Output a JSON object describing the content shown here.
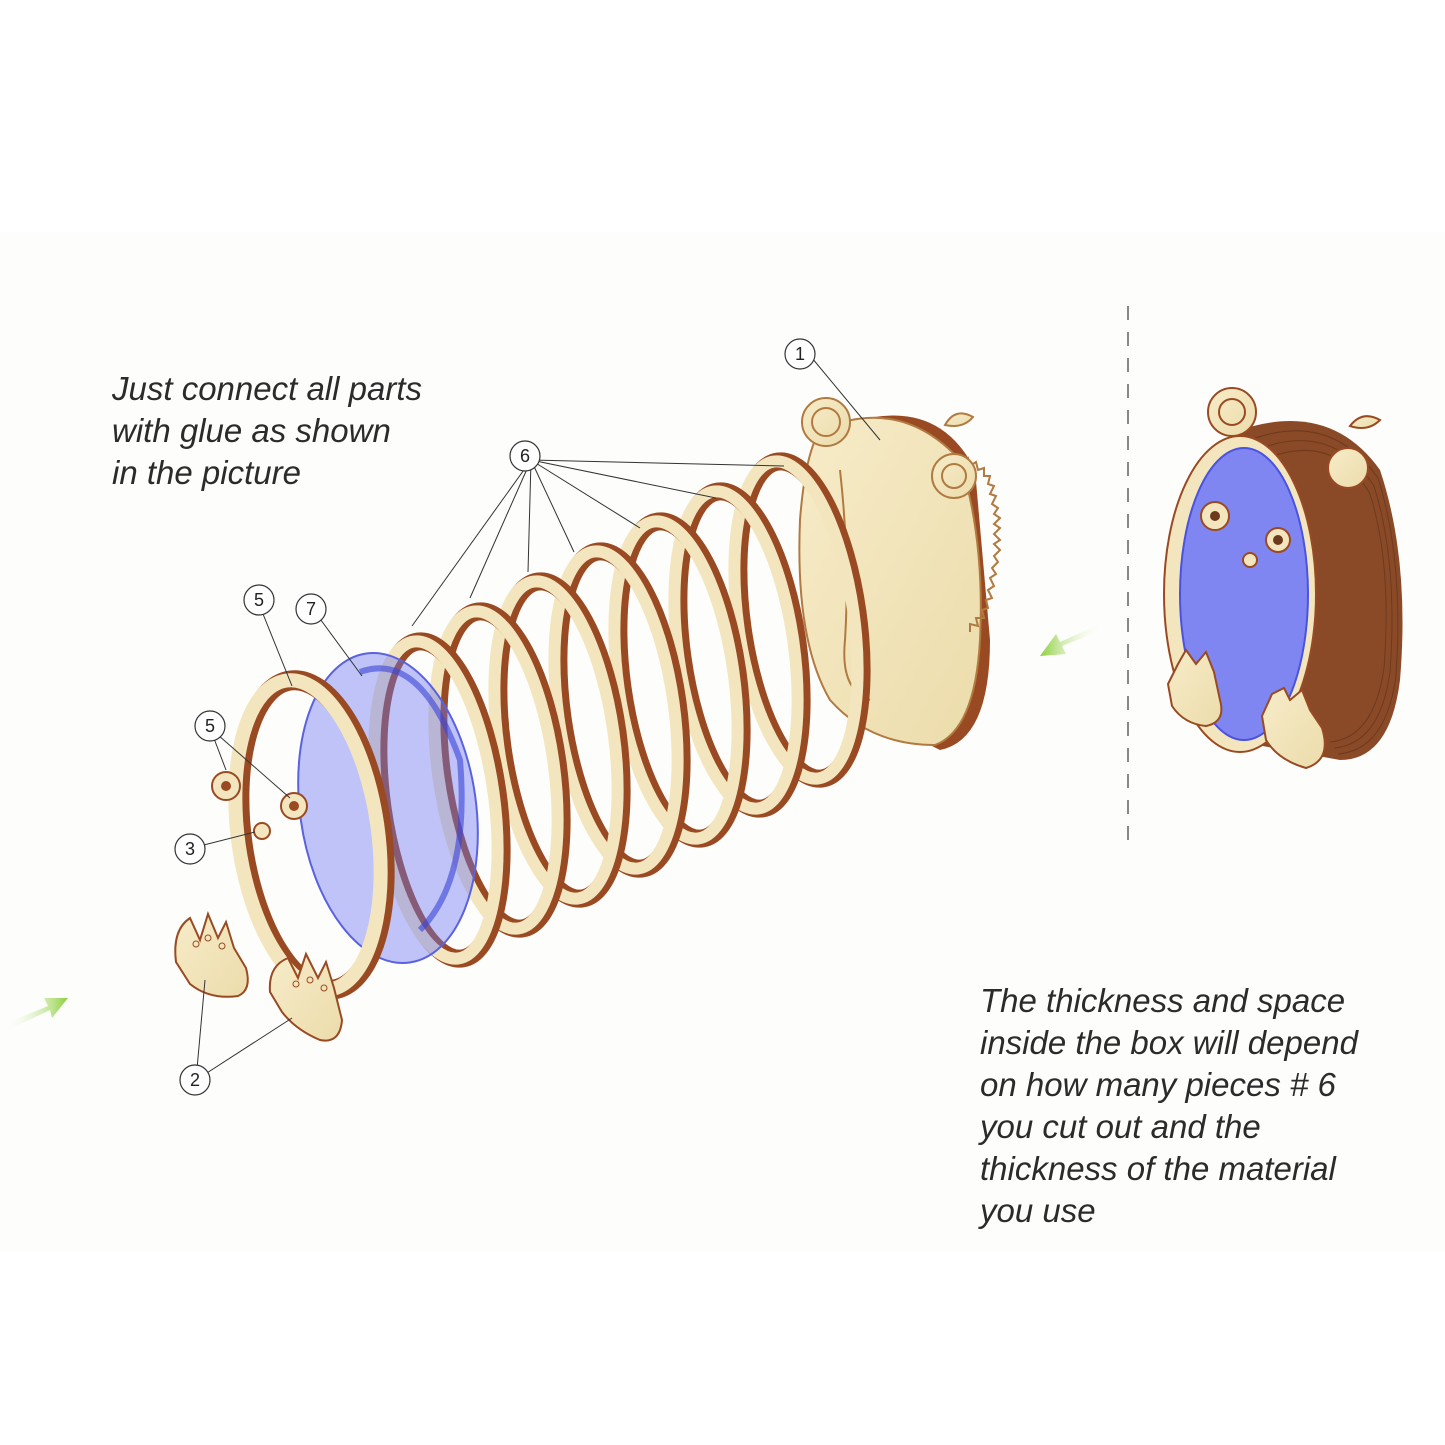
{
  "instructions": {
    "top_note_lines": [
      "Just connect all parts",
      "with glue as shown",
      "in the picture"
    ],
    "bottom_note_lines": [
      "The thickness and space",
      "inside the box will depend",
      "on how many pieces # 6",
      "you cut out and the",
      "thickness of the material",
      "you use"
    ]
  },
  "callouts": {
    "part_1": "1",
    "part_2": "2",
    "part_3": "3",
    "part_5a": "5",
    "part_5b": "5",
    "part_6": "6",
    "part_7": "7"
  },
  "colors": {
    "wood_face": "#f3e6bf",
    "wood_edge": "#9a4a22",
    "acrylic": "#6a72f0",
    "arrow": "#8ccf3a"
  }
}
